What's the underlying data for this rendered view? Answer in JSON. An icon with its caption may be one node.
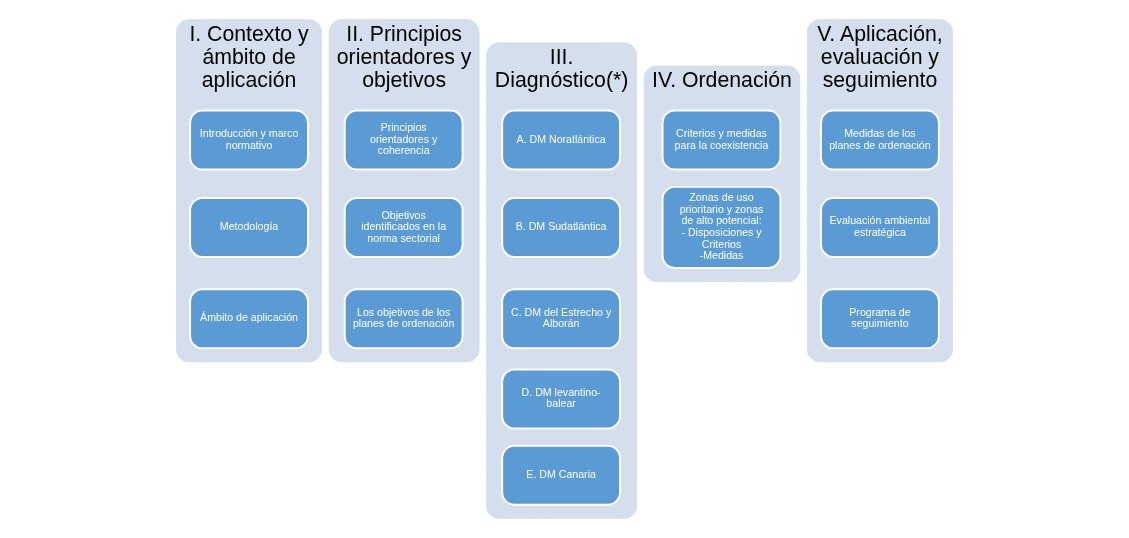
{
  "diagram": {
    "nodes": [
      {
        "text": [
          "I. Contexto y ámbito de aplicación"
        ]
      },
      {
        "text": [
          "Introducción y marco normativo"
        ],
        "in": 0
      },
      {
        "text": [
          "Metodología"
        ],
        "in": 0
      },
      {
        "text": [
          "Ámbito de aplicación"
        ],
        "in": 0
      },
      {
        "text": [
          "II. Principios orientadores y objetivos"
        ]
      },
      {
        "text": [
          "Principios orientadores y coherencia"
        ],
        "in": 4
      },
      {
        "text": [
          "Objetivos identificados en la norma sectorial"
        ],
        "in": 4
      },
      {
        "text": [
          "Los objetivos de los planes de ordenación"
        ],
        "in": 4
      },
      {
        "text": [
          "III. Diagnóstico(*)"
        ]
      },
      {
        "text": [
          "A. DM Noratlántica"
        ],
        "in": 8
      },
      {
        "text": [
          "B. DM Sudatlántica"
        ],
        "in": 8
      },
      {
        "text": [
          "C. DM del Estrecho y Alborán"
        ],
        "in": 8
      },
      {
        "text": [
          "D. DM levantino-balear"
        ],
        "in": 8
      },
      {
        "text": [
          "E. DM Canaria"
        ],
        "in": 8
      },
      {
        "text": [
          "IV. Ordenación"
        ]
      },
      {
        "text": [
          "Criterios y medidas para la coexistencia"
        ],
        "in": 14
      },
      {
        "text": [
          "Zonas de uso prioritario y zonas de alto potencial:",
          "- Disposiciones y Criterios",
          "-Medidas"
        ],
        "in": 14
      },
      {
        "text": [
          "V. Aplicación, evaluación y seguimiento"
        ]
      },
      {
        "text": [
          "Medidas de los planes de ordenación"
        ],
        "in": 17
      },
      {
        "text": [
          "Evaluación ambiental estratégica"
        ],
        "in": 17
      },
      {
        "text": [
          "Programa de seguimiento"
        ],
        "in": 17
      }
    ],
    "edges": []
  }
}
